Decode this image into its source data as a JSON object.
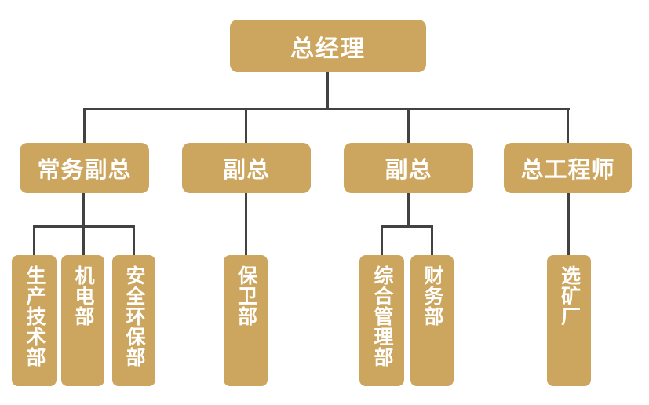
{
  "colors": {
    "box": "#CCA55E",
    "line": "#424242",
    "text": "#FFFFFF",
    "bg": "#FFFFFF"
  },
  "org_chart": {
    "type": "organization-chart",
    "root": {
      "label": "总经理",
      "children": [
        {
          "label": "常务副总",
          "children": [
            {
              "label": "生产技术部"
            },
            {
              "label": "机电部"
            },
            {
              "label": "安全环保部"
            }
          ]
        },
        {
          "label": "副总",
          "children": [
            {
              "label": "保卫部"
            }
          ]
        },
        {
          "label": "副总",
          "children": [
            {
              "label": "综合管理部"
            },
            {
              "label": "财务部"
            }
          ]
        },
        {
          "label": "总工程师",
          "children": [
            {
              "label": "选矿厂"
            }
          ]
        }
      ]
    }
  }
}
